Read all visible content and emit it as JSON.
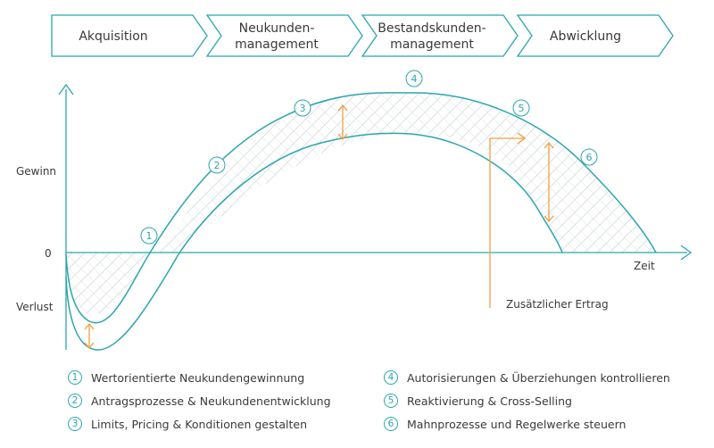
{
  "phases": [
    "Akquisition",
    "Neukunden-\nmanagement",
    "Bestandskunden-\nmanagement",
    "Abwicklung"
  ],
  "axis": {
    "y_top": "Gewinn",
    "y_zero": "0",
    "y_bottom": "Verlust",
    "x_label": "Zeit"
  },
  "annotation": "Zusätzlicher Ertrag",
  "markers": [
    "1",
    "2",
    "3",
    "4",
    "5",
    "6"
  ],
  "legend": [
    {
      "num": "1",
      "text": "Wertorientierte Neukundengewinnung"
    },
    {
      "num": "2",
      "text": "Antragsprozesse & Neukundenentwicklung"
    },
    {
      "num": "3",
      "text": "Limits, Pricing & Konditionen gestalten"
    },
    {
      "num": "4",
      "text": "Autorisierungen & Überziehungen kontrollieren"
    },
    {
      "num": "5",
      "text": "Reaktivierung & Cross-Selling"
    },
    {
      "num": "6",
      "text": "Mahnprozesse und Regelwerke steuern"
    }
  ],
  "colors": {
    "teal": "#2aa6ad",
    "orange": "#f0a040",
    "hatch": "#cfd6d8",
    "text": "#3a3a3a"
  }
}
